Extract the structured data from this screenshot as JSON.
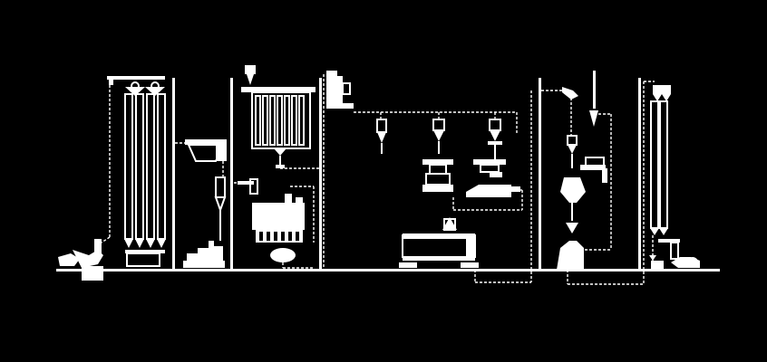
{
  "diagram": {
    "background_color": "#000000",
    "line_color": "#ffffff",
    "style": "white line-art process flow schematic",
    "units": [
      {
        "id": "bag-silo-bank",
        "icon": "silo-cluster-icon"
      },
      {
        "id": "feed-hopper-left",
        "icon": "hopper-icon"
      },
      {
        "id": "cyclone-left",
        "icon": "cyclone-icon"
      },
      {
        "id": "filter-bank-left",
        "icon": "filter-bag-icon"
      },
      {
        "id": "mixer-tank",
        "icon": "tank-icon"
      },
      {
        "id": "elevator-top",
        "icon": "elevator-icon"
      },
      {
        "id": "center-hoppers",
        "icon": "hopper-icon"
      },
      {
        "id": "center-press",
        "icon": "press-icon"
      },
      {
        "id": "center-conveyor",
        "icon": "conveyor-icon"
      },
      {
        "id": "right-cyclones",
        "icon": "cyclone-icon"
      },
      {
        "id": "right-filter-bank",
        "icon": "filter-bag-icon"
      },
      {
        "id": "right-pumps",
        "icon": "pump-icon"
      }
    ]
  }
}
